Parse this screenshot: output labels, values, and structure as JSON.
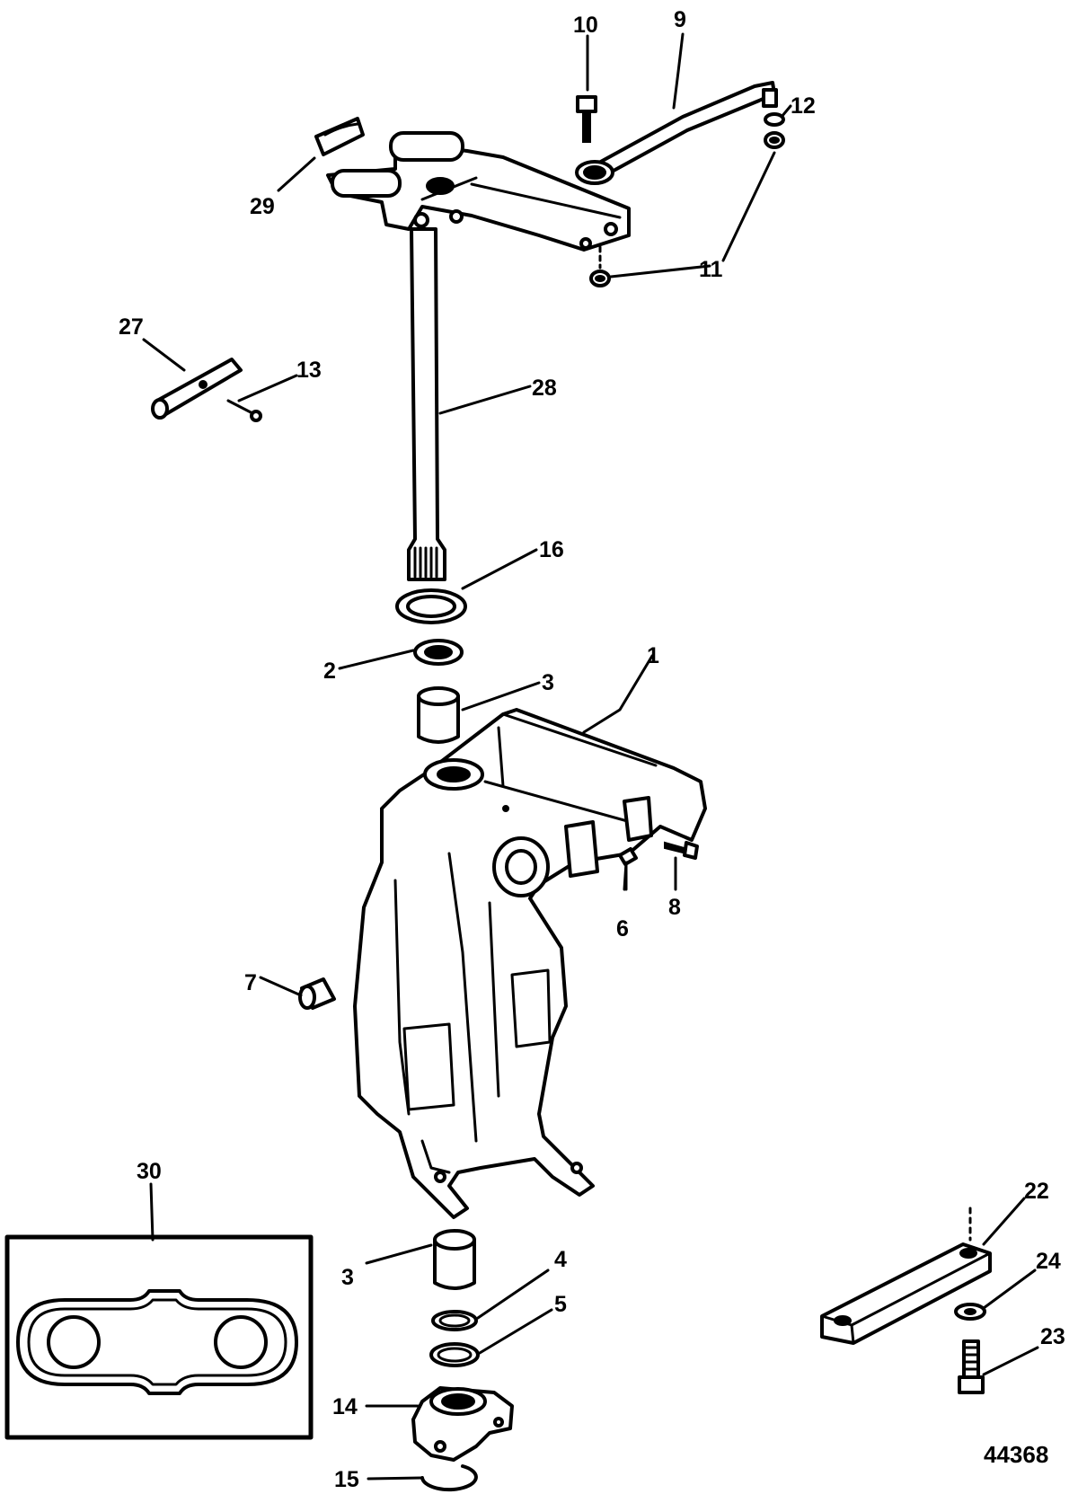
{
  "drawing_number": "44368",
  "callouts": {
    "c1": "1",
    "c2": "2",
    "c3a": "3",
    "c3b": "3",
    "c4": "4",
    "c5": "5",
    "c6": "6",
    "c7": "7",
    "c8": "8",
    "c9": "9",
    "c10": "10",
    "c11": "11",
    "c12": "12",
    "c13": "13",
    "c14": "14",
    "c15": "15",
    "c16": "16",
    "c22": "22",
    "c23": "23",
    "c24": "24",
    "c27": "27",
    "c28": "28",
    "c29": "29",
    "c30": "30"
  },
  "colors": {
    "ink": "#000000",
    "paper": "#ffffff"
  }
}
